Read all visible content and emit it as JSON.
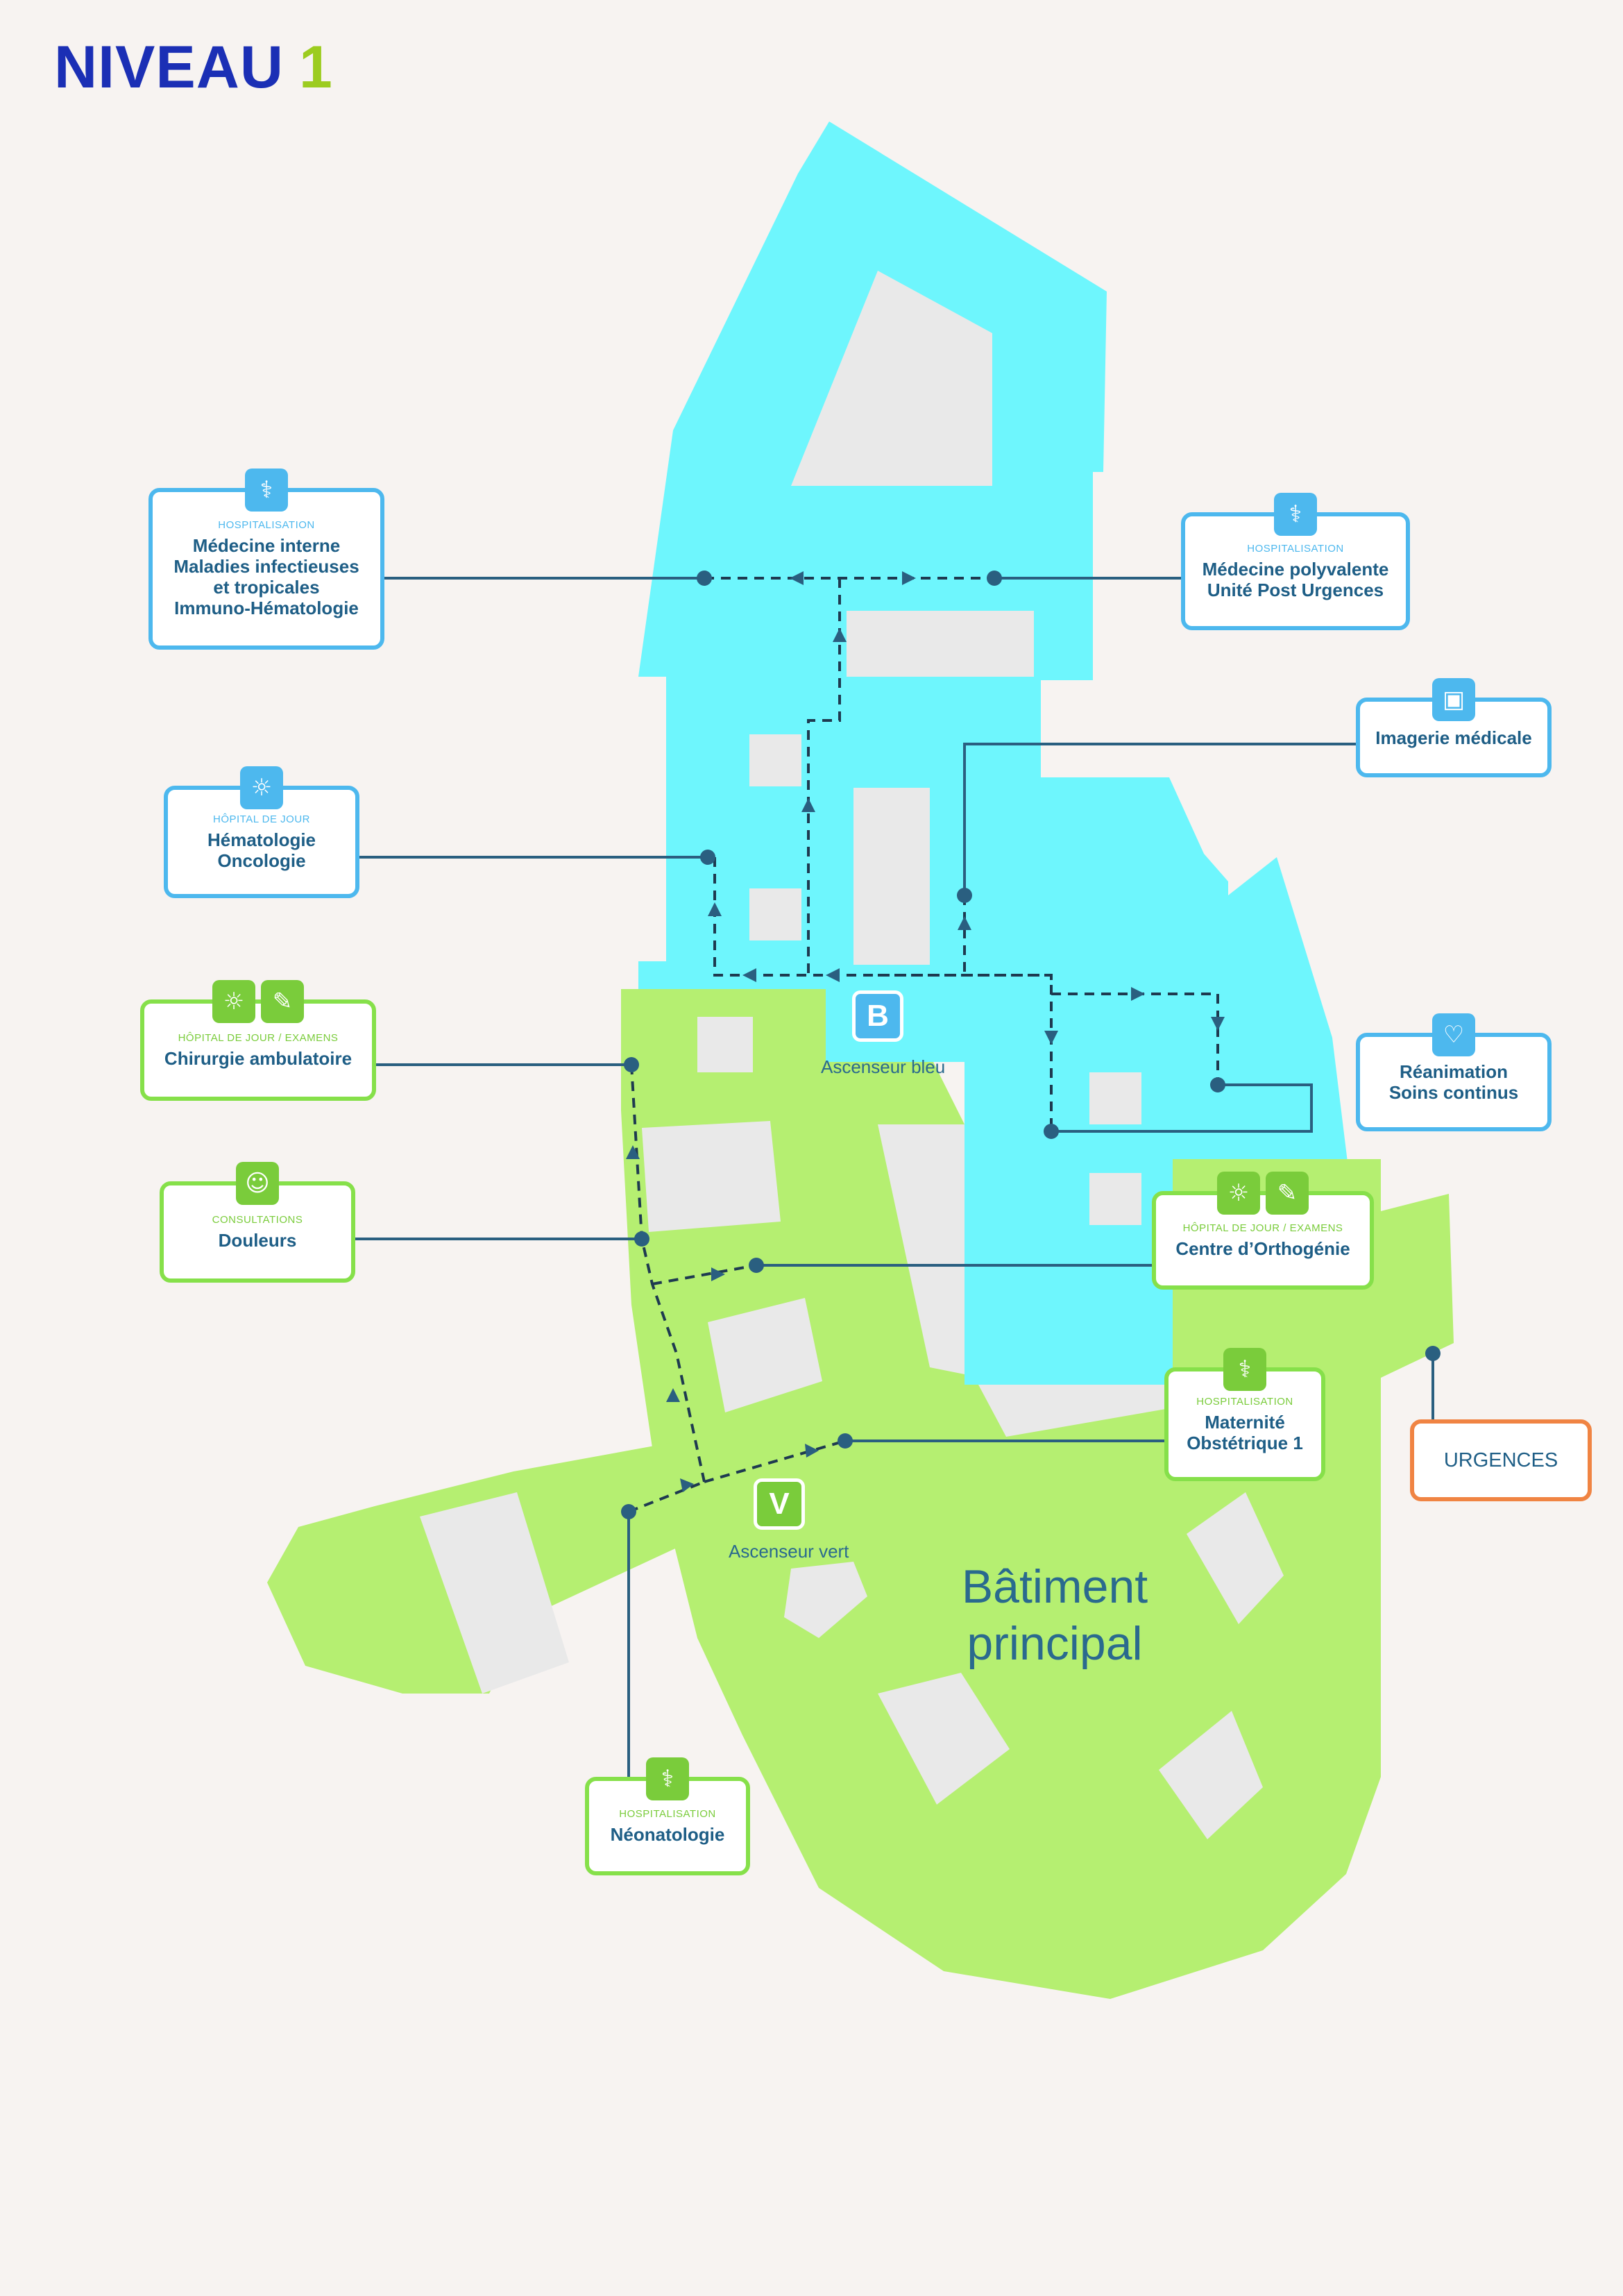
{
  "title": {
    "prefix": "NIVEAU",
    "number": "1"
  },
  "building_label": {
    "line1": "Bâtiment",
    "line2": "principal"
  },
  "elevators": {
    "blue": {
      "letter": "B",
      "label": "Ascenseur bleu"
    },
    "green": {
      "letter": "V",
      "label": "Ascenseur vert"
    }
  },
  "colors": {
    "blue_zone": "#6ef6fd",
    "green_zone": "#b5ef71",
    "room": "#e9e9e9",
    "path": "#1e3a50",
    "box_blue": "#4db8ee",
    "box_green": "#86e04a",
    "box_orange": "#f08443"
  },
  "services": [
    {
      "category": "HOSPITALISATION",
      "lines": [
        "Médecine interne",
        "Maladies infectieuses",
        "et tropicales",
        "Immuno-Hématologie"
      ],
      "icons": [
        "bed-icon"
      ]
    },
    {
      "category": "HOSPITALISATION",
      "lines": [
        "Médecine polyvalente",
        "Unité Post Urgences"
      ],
      "icons": [
        "bed-icon"
      ]
    },
    {
      "category": "",
      "lines": [
        "Imagerie médicale"
      ],
      "icons": [
        "scanner-icon"
      ]
    },
    {
      "category": "HÔPITAL DE JOUR",
      "lines": [
        "Hématologie",
        "Oncologie"
      ],
      "icons": [
        "day-hospital-icon"
      ]
    },
    {
      "category": "HÔPITAL DE JOUR / EXAMENS",
      "lines": [
        "Chirurgie ambulatoire"
      ],
      "icons": [
        "day-hospital-icon",
        "syringe-icon"
      ]
    },
    {
      "category": "",
      "lines": [
        "Réanimation",
        "Soins continus"
      ],
      "icons": [
        "heartbeat-icon"
      ]
    },
    {
      "category": "CONSULTATIONS",
      "lines": [
        "Douleurs"
      ],
      "icons": [
        "doctor-icon"
      ]
    },
    {
      "category": "HÔPITAL DE JOUR / EXAMENS",
      "lines": [
        "Centre d’Orthogénie"
      ],
      "icons": [
        "day-hospital-icon",
        "syringe-icon"
      ]
    },
    {
      "category": "HOSPITALISATION",
      "lines": [
        "Maternité",
        "Obstétrique 1"
      ],
      "icons": [
        "bed-icon"
      ]
    },
    {
      "category": "",
      "lines": [
        "URGENCES"
      ],
      "icons": []
    },
    {
      "category": "HOSPITALISATION",
      "lines": [
        "Néonatologie"
      ],
      "icons": [
        "bed-icon"
      ]
    }
  ]
}
